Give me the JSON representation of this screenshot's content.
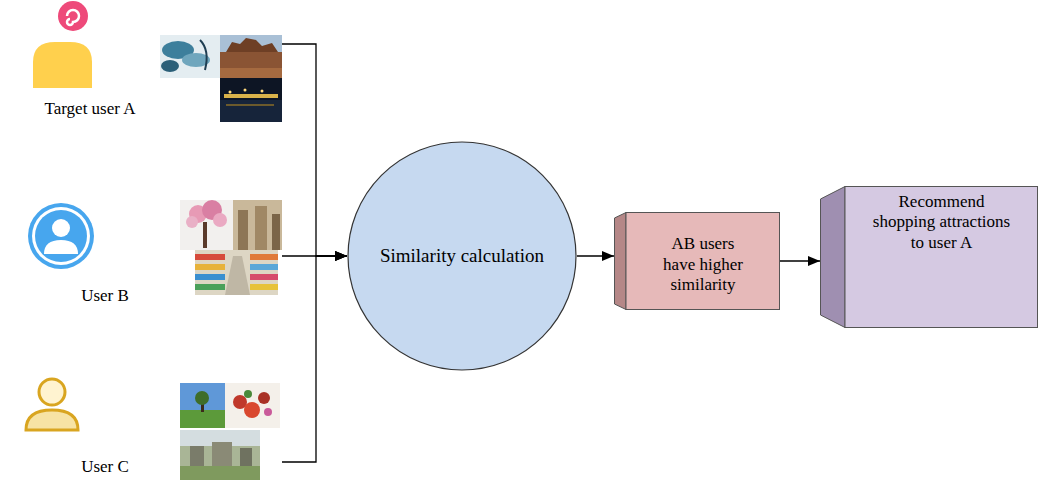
{
  "diagram": {
    "nodes": [
      {
        "text": [
          "Target user A"
        ]
      },
      {
        "text": [
          "User B"
        ]
      },
      {
        "text": [
          "User C"
        ]
      },
      {
        "text": [
          "Similarity calculation"
        ]
      },
      {
        "text": [
          "AB users have higher similarity"
        ]
      },
      {
        "text": [
          "Recommend shopping attractions to user A"
        ]
      }
    ],
    "edges": [
      {
        "from": 0,
        "to": 3,
        "arrow": "to"
      },
      {
        "from": 1,
        "to": 3,
        "arrow": "to"
      },
      {
        "from": 2,
        "to": 3,
        "arrow": "to"
      },
      {
        "from": 3,
        "to": 4,
        "arrow": "to"
      },
      {
        "from": 4,
        "to": 5,
        "arrow": "to"
      }
    ]
  }
}
